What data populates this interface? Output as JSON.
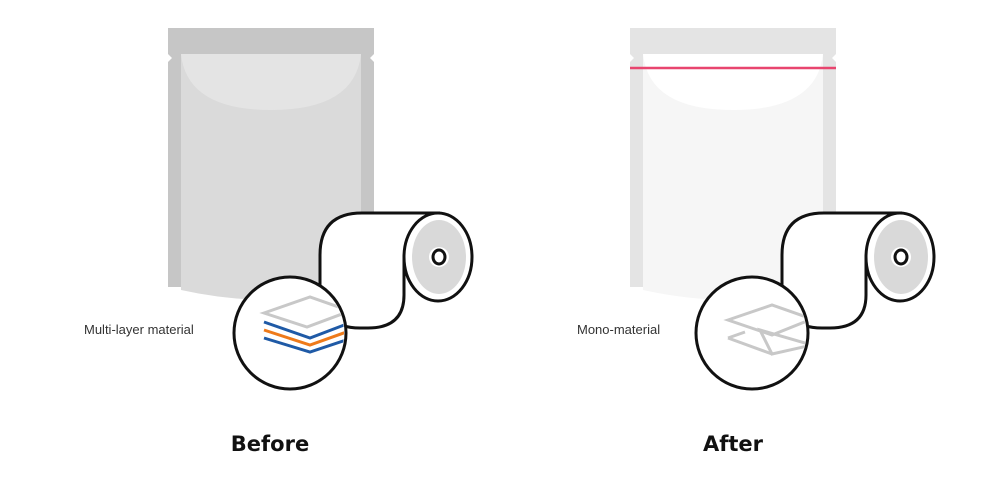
{
  "before": {
    "title": "Before",
    "label": "Multi-layer material",
    "colors": {
      "band": "#c6c6c6",
      "body": "#dadada",
      "arc": "#e4e4e4",
      "layer_top": "#c8c8c8",
      "layer_blue": "#1f5aa6",
      "layer_orange": "#ee7a1a"
    }
  },
  "after": {
    "title": "After",
    "label": "Mono-material",
    "colors": {
      "band": "#e4e4e4",
      "body": "#f6f6f6",
      "arc": "#ffffff",
      "seal": "#e8456f",
      "layer": "#c8c8c8"
    }
  }
}
